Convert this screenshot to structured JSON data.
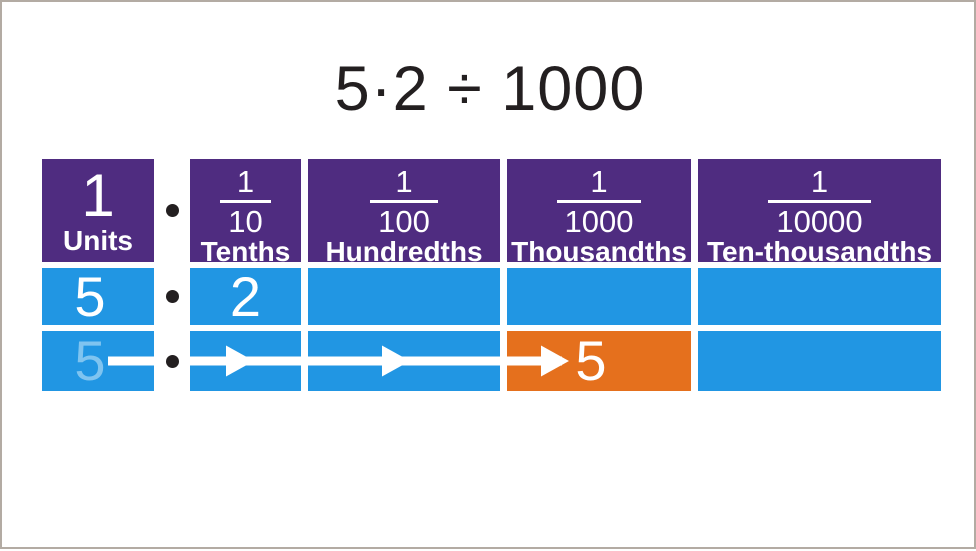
{
  "title": "5·2 ÷ 1000",
  "colors": {
    "header_purple": "#4f2c80",
    "row_blue": "#2196e3",
    "highlight_orange": "#e5701d",
    "ghost_digit_blue": "#7fc4f0",
    "ink_black": "#231f20",
    "frame_border": "#b3aba3"
  },
  "icons": {
    "decimal_point_dot": "·",
    "shift_right_arrow": "→"
  },
  "table": {
    "headers": [
      {
        "value": "1",
        "label": "Units"
      },
      {
        "numerator": "1",
        "denominator": "10",
        "label": "Tenths"
      },
      {
        "numerator": "1",
        "denominator": "100",
        "label": "Hundredths"
      },
      {
        "numerator": "1",
        "denominator": "1000",
        "label": "Thousandths"
      },
      {
        "numerator": "1",
        "denominator": "10000",
        "label": "Ten-thousandths"
      }
    ],
    "rows": [
      {
        "units": "5",
        "tenths": "2",
        "hundredths": "",
        "thousandths": "",
        "ten_thousandths": ""
      },
      {
        "units_ghost": "5",
        "tenths": "",
        "hundredths": "",
        "thousandths": "5",
        "ten_thousandths": ""
      }
    ]
  }
}
